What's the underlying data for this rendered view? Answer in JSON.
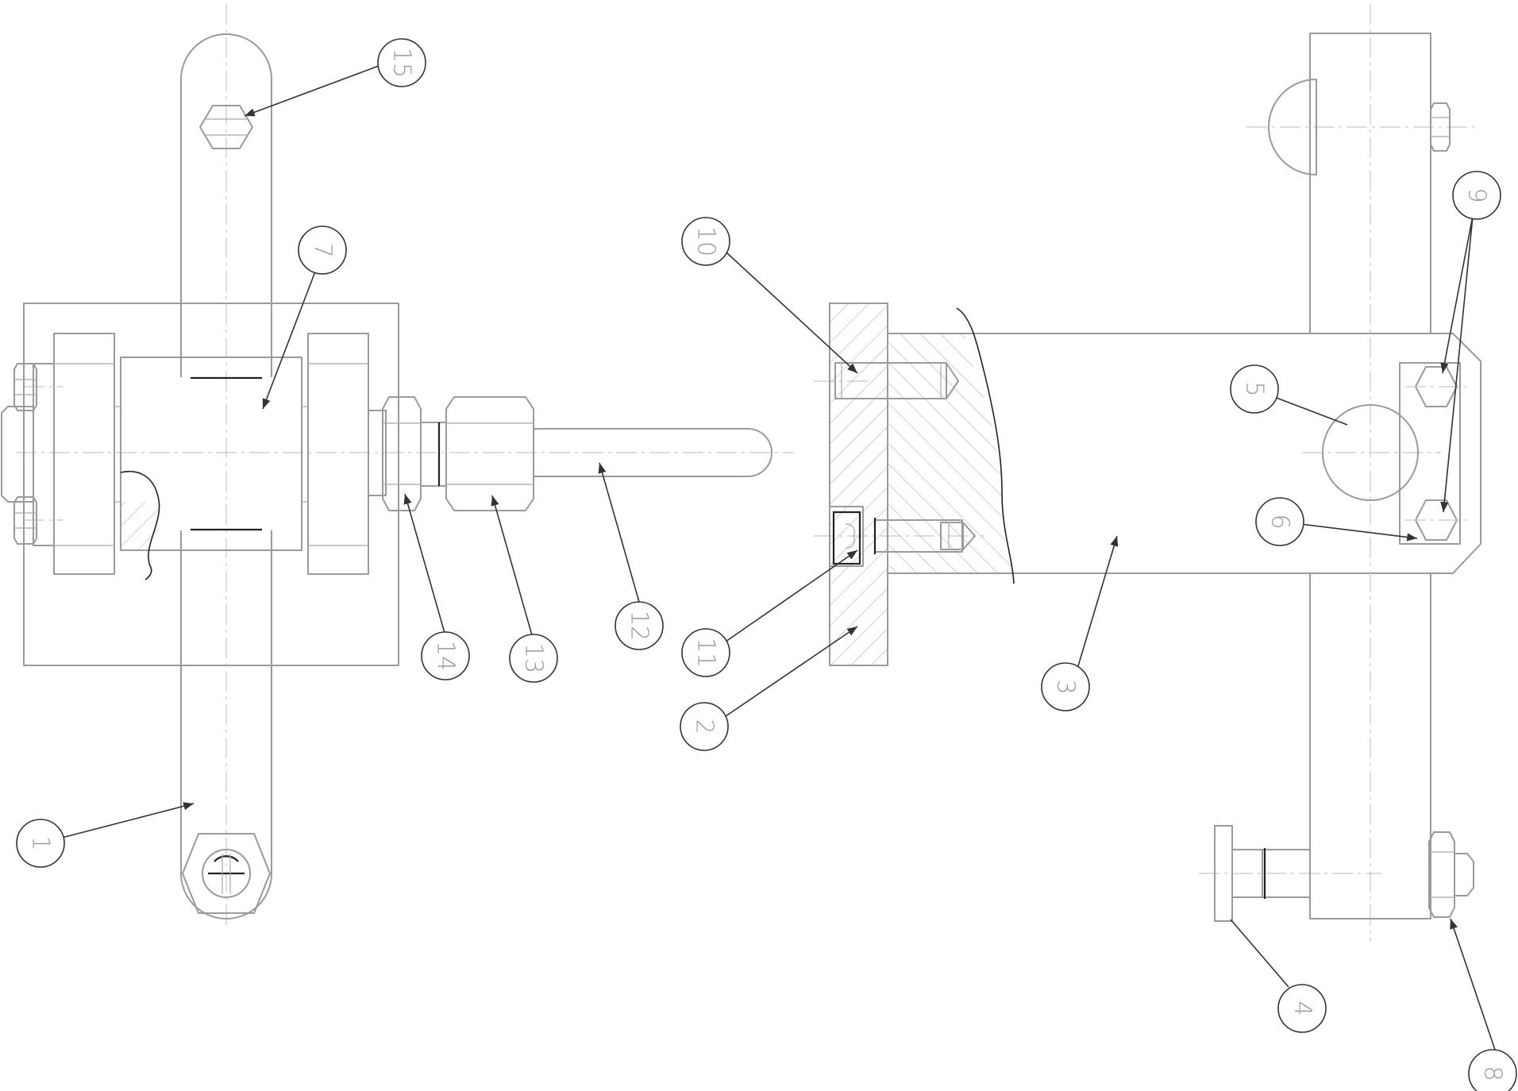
{
  "balloons": [
    {
      "id": "b1",
      "label": "1"
    },
    {
      "id": "b2",
      "label": "2"
    },
    {
      "id": "b3",
      "label": "3"
    },
    {
      "id": "b4",
      "label": "4"
    },
    {
      "id": "b5",
      "label": "5"
    },
    {
      "id": "b6",
      "label": "6"
    },
    {
      "id": "b7",
      "label": "7"
    },
    {
      "id": "b8",
      "label": "8"
    },
    {
      "id": "b9",
      "label": "9"
    },
    {
      "id": "b10",
      "label": "10"
    },
    {
      "id": "b11",
      "label": "11"
    },
    {
      "id": "b12",
      "label": "12"
    },
    {
      "id": "b13",
      "label": "13"
    },
    {
      "id": "b14",
      "label": "14"
    },
    {
      "id": "b15",
      "label": "15"
    }
  ],
  "colors": {
    "line": "#9a9a9a",
    "leader": "#333333",
    "background": "#ffffff"
  }
}
